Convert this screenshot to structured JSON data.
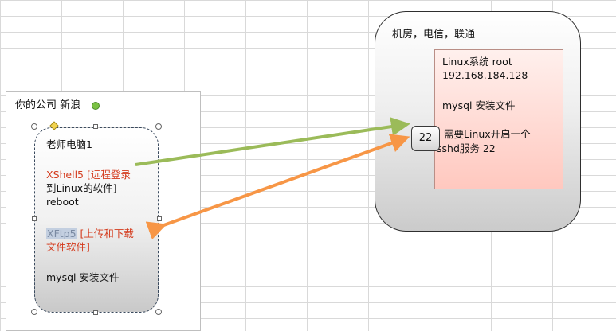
{
  "company": {
    "title": "你的公司 新浪"
  },
  "teacher_pc": {
    "title": "老师电脑1",
    "xshell_line1_red": "XShell5 [远程登录",
    "xshell_line2_red": "到Linux的软件]",
    "reboot": "reboot",
    "xftp_name": "XFtp5",
    "xftp_line1_red": " [上传和下载",
    "xftp_line2_red": "文件软件]",
    "mysql": "mysql 安装文件"
  },
  "datacenter": {
    "title": "机房，电信，联通",
    "server": {
      "line1": "Linux系统 root",
      "line2": "192.168.184.128",
      "line3": "mysql 安装文件",
      "line4": "需要Linux开启一个",
      "line5": "sshd服务 22"
    },
    "port": "22"
  },
  "colors": {
    "green_arrow": "#9bbb59",
    "orange_arrow": "#f79646",
    "red_text": "#d43a1c"
  }
}
